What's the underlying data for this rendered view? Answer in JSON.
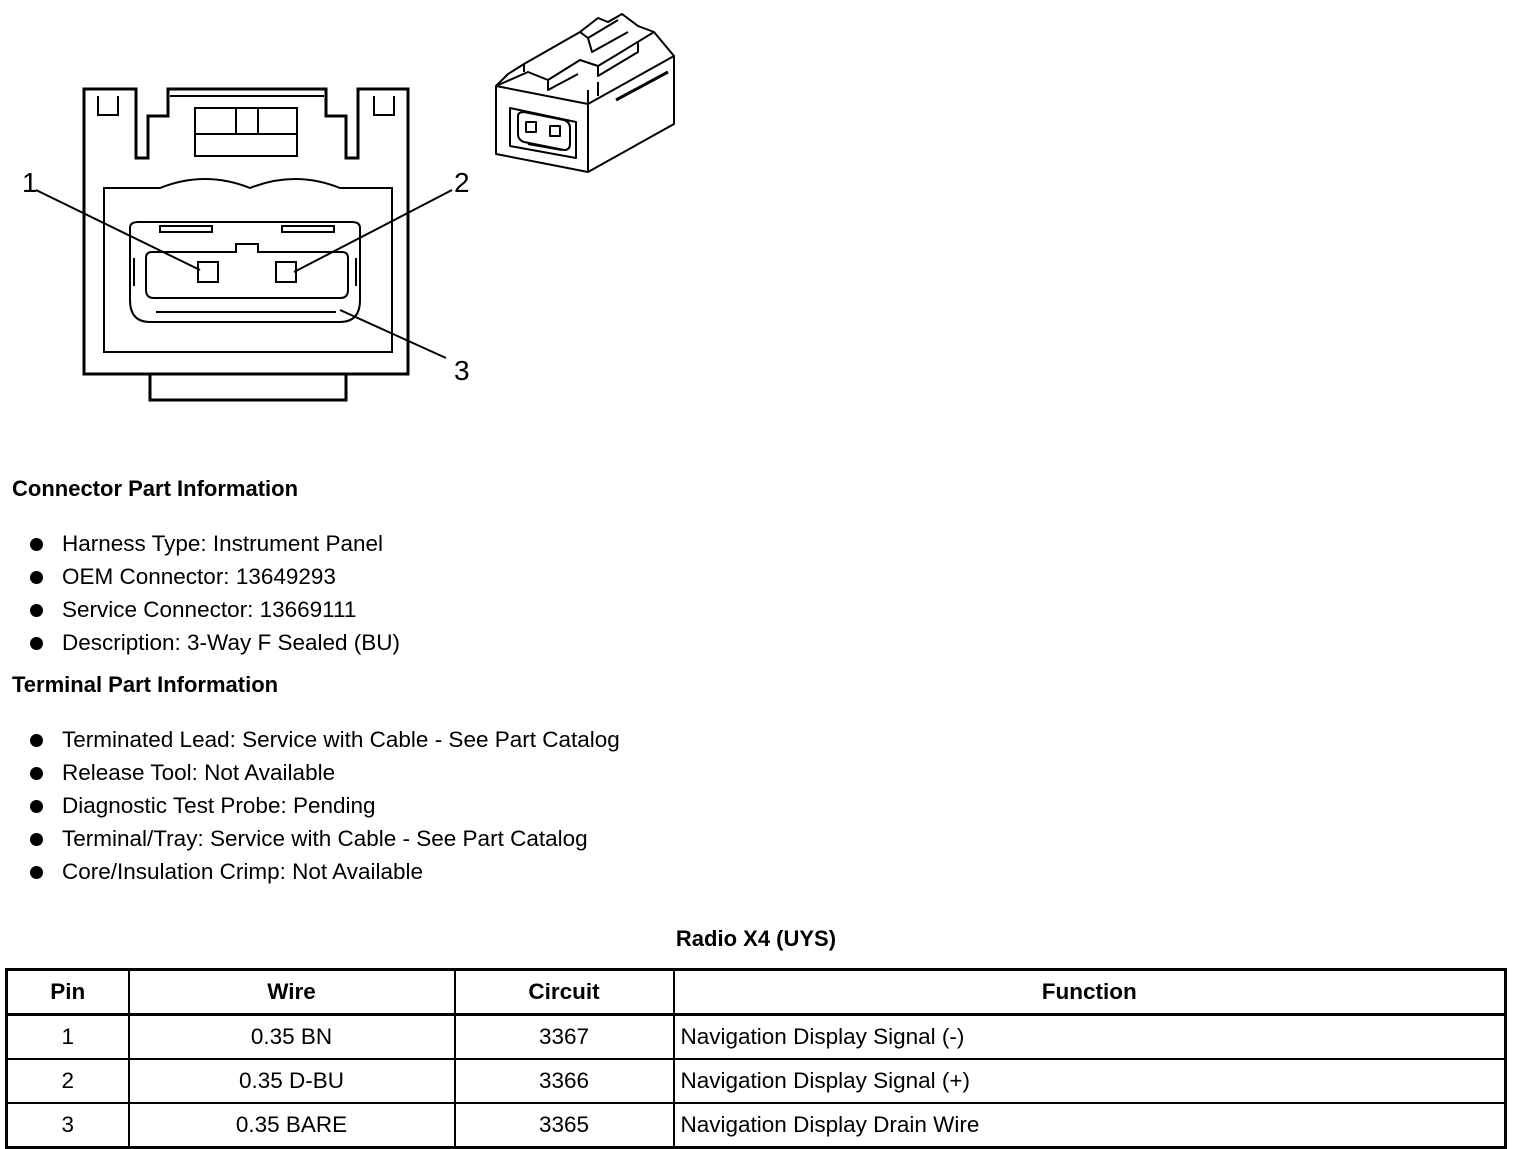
{
  "diagram": {
    "callouts": [
      "1",
      "2",
      "3"
    ]
  },
  "connector_info": {
    "heading": "Connector Part Information",
    "items": [
      "Harness Type: Instrument Panel",
      "OEM Connector: 13649293",
      "Service Connector: 13669111",
      "Description: 3-Way F Sealed (BU)"
    ]
  },
  "terminal_info": {
    "heading": "Terminal Part Information",
    "items": [
      "Terminated Lead: Service with Cable - See Part Catalog",
      "Release Tool: Not Available",
      "Diagnostic Test Probe: Pending",
      "Terminal/Tray: Service with Cable - See Part Catalog",
      "Core/Insulation Crimp: Not Available"
    ]
  },
  "table": {
    "title": "Radio X4 (UYS)",
    "headers": [
      "Pin",
      "Wire",
      "Circuit",
      "Function"
    ],
    "rows": [
      [
        "1",
        "0.35 BN",
        "3367",
        "Navigation Display Signal (-)"
      ],
      [
        "2",
        "0.35 D-BU",
        "3366",
        "Navigation Display Signal (+)"
      ],
      [
        "3",
        "0.35 BARE",
        "3365",
        "Navigation Display Drain Wire"
      ]
    ]
  }
}
